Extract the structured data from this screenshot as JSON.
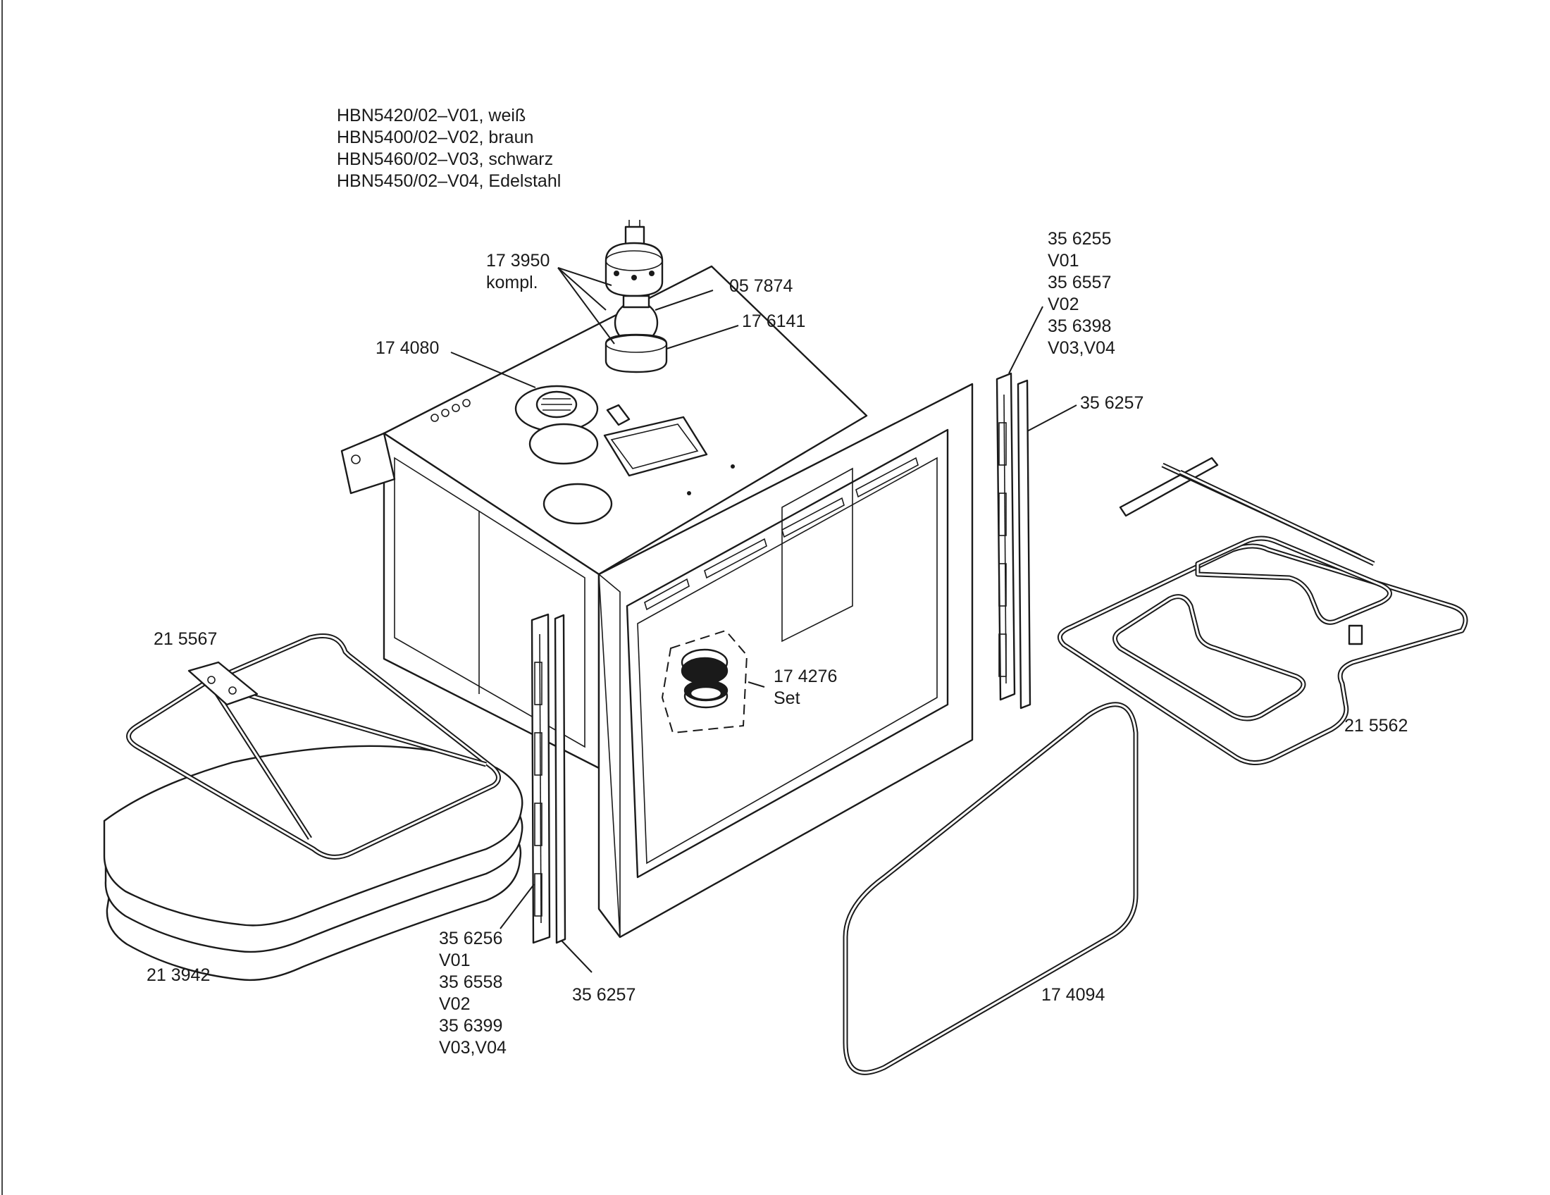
{
  "models": [
    "HBN5420/02–V01, weiß",
    "HBN5400/02–V02, braun",
    "HBN5460/02–V03, schwarz",
    "HBN5450/02–V04, Edelstahl"
  ],
  "parts": {
    "thermostat": [
      "17 3950",
      "kompl."
    ],
    "part_057874": "05 7874",
    "part_176141": "17 6141",
    "part_174080": "17 4080",
    "right_rail": [
      "35 6255",
      "V01",
      "35 6557",
      "V02",
      "35 6398",
      "V03,V04"
    ],
    "right_seal": "35 6257",
    "left_grill_element": "21 5567",
    "lamp_set": [
      "17 4276",
      "Set"
    ],
    "top_grill_element": "21 5562",
    "insulation": "21 3942",
    "left_rail": [
      "35 6256",
      "V01",
      "35 6558",
      "V02",
      "35 6399",
      "V03,V04"
    ],
    "left_seal": "35 6257",
    "door_gasket": "17 4094"
  }
}
